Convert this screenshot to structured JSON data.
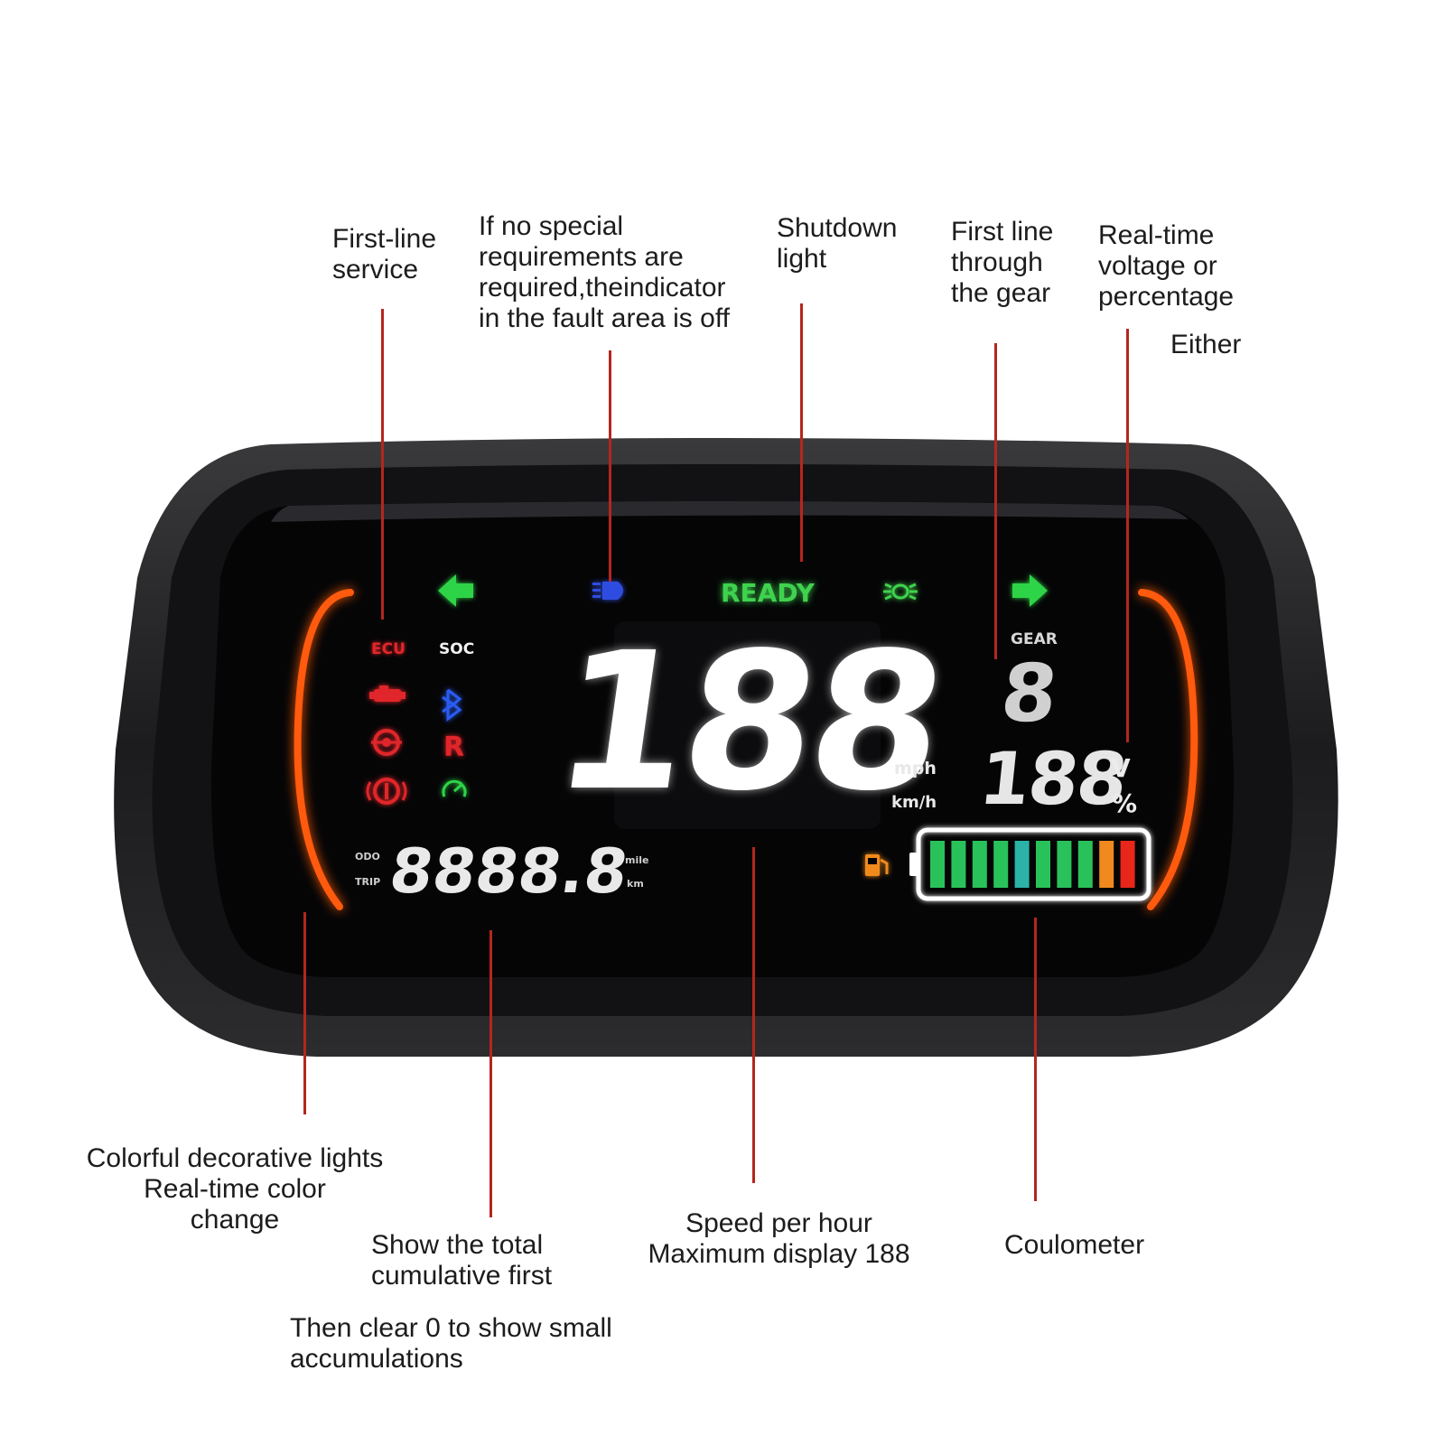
{
  "labels": {
    "first_line_service": "First-line\nservice",
    "fault_area": "If no special\nrequirements are\nrequired,theindicator\nin the fault area is off",
    "shutdown_light": "Shutdown\nlight",
    "first_line_gear": "First line\nthrough\nthe gear",
    "voltage_percentage": "Real-time\nvoltage or\npercentage",
    "either": "Either",
    "decorative_lights": "Colorful decorative lights\nReal-time color\nchange",
    "odometer_total": "Show the total\ncumulative first",
    "odometer_clear": "Then clear 0 to show small\naccumulations",
    "speed": "Speed per hour\nMaximum display 188",
    "coulometer": "Coulometer"
  },
  "display": {
    "ready": "READY",
    "ecu": "ECU",
    "soc": "SOC",
    "reverse": "R",
    "gear_label": "GEAR",
    "gear_value": "8",
    "speed_value": "188",
    "speed_unit_mph": "mph",
    "speed_unit_kmh": "km/h",
    "volt_value": "188",
    "unit_v": "V",
    "unit_percent": "%",
    "odo_label": "ODO",
    "trip_label": "TRIP",
    "odo_value": "8888.8",
    "unit_mile": "mile",
    "unit_km": "km",
    "battery_level": 1.0,
    "battery_segments": [
      "#29c25a",
      "#29c25a",
      "#29c25a",
      "#29c25a",
      "#2bb3a8",
      "#29c25a",
      "#29c25a",
      "#29c25a",
      "#f08a1e",
      "#e8261a"
    ]
  },
  "colors": {
    "leader": "#b5261e",
    "arrow_green": "#2ed447",
    "ready_green": "#3fd24e",
    "beam_blue": "#2f4de0",
    "fault_red": "#e0262a",
    "bt_blue": "#2a5cf2",
    "deco_orange": "#ff5a10"
  }
}
